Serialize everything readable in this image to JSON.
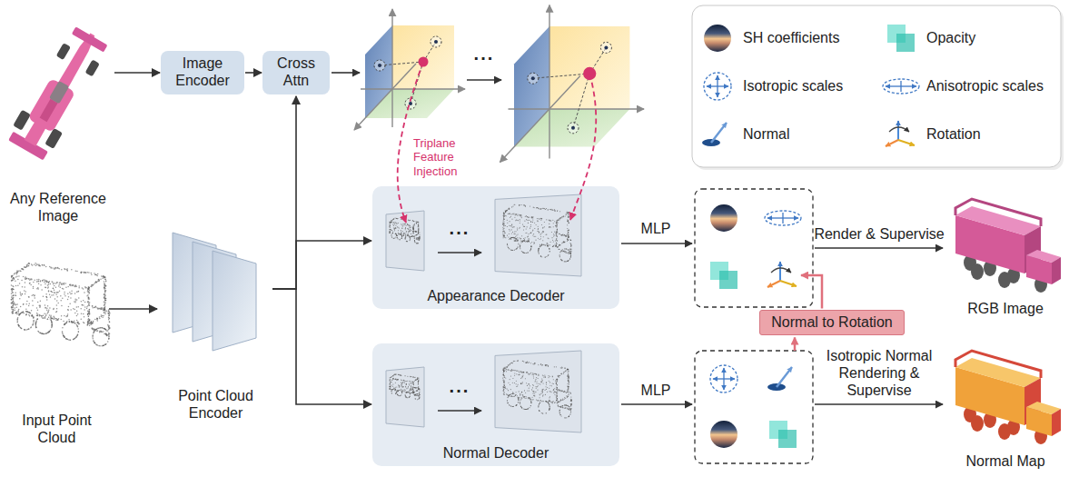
{
  "diagram": {
    "nodes": [
      {
        "text": [
          "Any Reference Image"
        ]
      },
      {
        "text": [
          "Image Encoder"
        ]
      },
      {
        "text": [
          "Cross Attn"
        ]
      },
      {
        "text": [
          "Input Point Cloud"
        ]
      },
      {
        "text": [
          "Point Cloud Encoder"
        ]
      },
      {
        "text": [
          "Appearance Decoder"
        ]
      },
      {
        "text": [
          "Normal Decoder"
        ]
      },
      {
        "text": [
          "Normal to Rotation"
        ]
      },
      {
        "text": [
          "RGB Image"
        ]
      },
      {
        "text": [
          "Normal Map"
        ]
      }
    ],
    "edges": [
      {
        "from": 0,
        "to": 1,
        "arrow": "to"
      },
      {
        "from": 1,
        "to": 2,
        "arrow": "to"
      },
      {
        "from": 3,
        "to": 4,
        "arrow": "to"
      },
      {
        "from": 4,
        "to": 2,
        "arrow": "to"
      },
      {
        "from": 4,
        "to": 5,
        "arrow": "to"
      },
      {
        "from": 4,
        "to": 6,
        "arrow": "to"
      }
    ],
    "labels": [
      "Triplane Feature Injection",
      "···",
      "···",
      "···",
      "MLP",
      "MLP",
      "Render & Supervise",
      "Isotropic Normal Rendering & Supervise"
    ],
    "legend": [
      {
        "text": "SH coefficients"
      },
      {
        "text": "Opacity"
      },
      {
        "text": "Isotropic scales"
      },
      {
        "text": "Anisotropic scales"
      },
      {
        "text": "Normal"
      },
      {
        "text": "Rotation"
      }
    ]
  }
}
